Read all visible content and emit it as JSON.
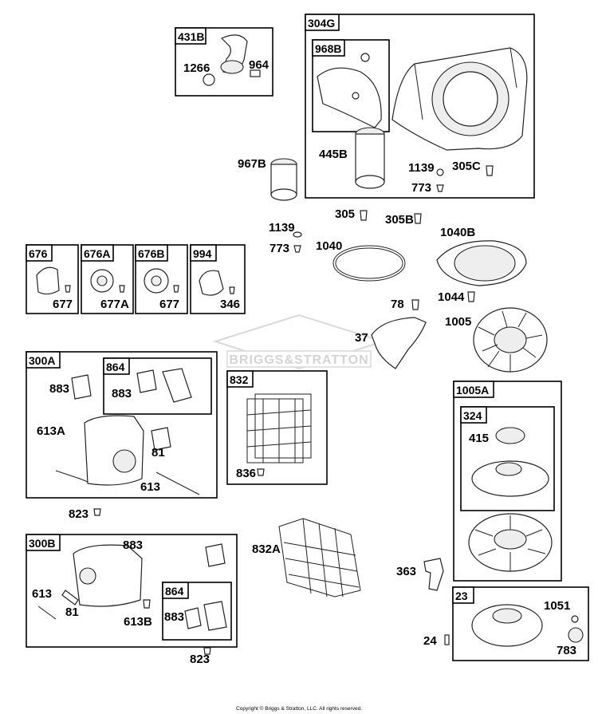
{
  "boxes": {
    "b431B": "431B",
    "b304G": "304G",
    "b968B": "968B",
    "b676": "676",
    "b676A": "676A",
    "b676B": "676B",
    "b994": "994",
    "b300A": "300A",
    "b864a": "864",
    "b832": "832",
    "b1005A": "1005A",
    "b324": "324",
    "b300B": "300B",
    "b864b": "864",
    "b23": "23"
  },
  "labels": {
    "p1266": "1266",
    "p964": "964",
    "p445B": "445B",
    "p1139a": "1139",
    "p305C": "305C",
    "p773a": "773",
    "p967B": "967B",
    "p305": "305",
    "p305B": "305B",
    "p1139b": "1139",
    "p773b": "773",
    "p1040": "1040",
    "p1040B": "1040B",
    "p677a": "677",
    "p677A": "677A",
    "p677b": "677",
    "p346": "346",
    "p78": "78",
    "p1044": "1044",
    "p37": "37",
    "p1005": "1005",
    "p883a": "883",
    "p883b": "883",
    "p613A": "613A",
    "p81a": "81",
    "p613a": "613",
    "p836": "836",
    "p823a": "823",
    "p415": "415",
    "p883c": "883",
    "p613b": "613",
    "p81b": "81",
    "p613B": "613B",
    "p883d": "883",
    "p832A": "832A",
    "p363": "363",
    "p823b": "823",
    "p1051": "1051",
    "p24": "24",
    "p783": "783"
  },
  "watermark": "BRIGGS&STRATTON",
  "copyright": "Copyright © Briggs & Stratton, LLC. All rights reserved."
}
